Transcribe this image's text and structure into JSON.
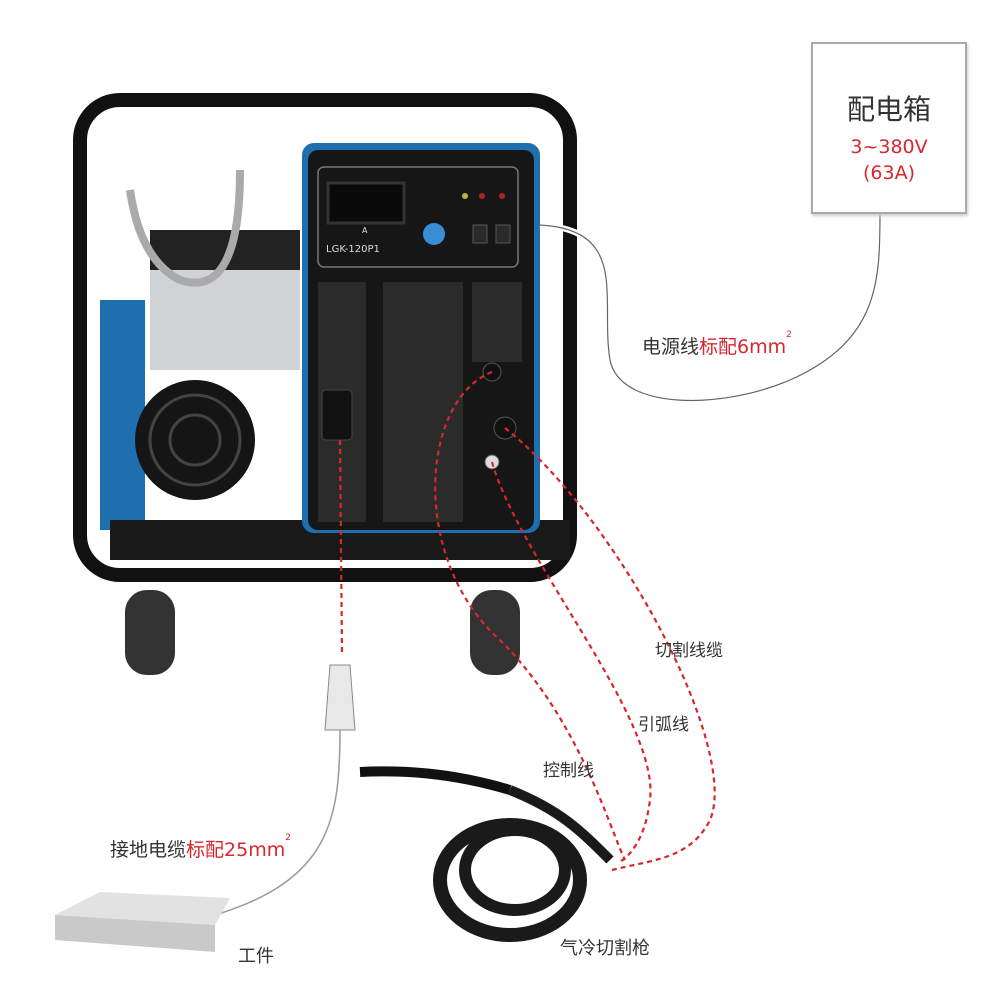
{
  "distribution_box": {
    "title": "配电箱",
    "voltage": "3~380V",
    "current": "(63A)"
  },
  "machine": {
    "model": "LGK-120P1",
    "display_unit": "A"
  },
  "labels": {
    "power_cable": {
      "prefix": "电源线",
      "spec": "标配6mm",
      "sup": "2"
    },
    "cutting_cable": "切割线缆",
    "pilot_arc_cable": "引弧线",
    "control_cable": "控制线",
    "ground_cable": {
      "prefix": "接地电缆",
      "spec": "标配25mm",
      "sup": "2"
    },
    "workpiece": "工件",
    "torch": "气冷切割枪"
  },
  "colors": {
    "accent_red": "#d9262c",
    "machine_blue": "#1d6fae",
    "frame": "#111111"
  }
}
